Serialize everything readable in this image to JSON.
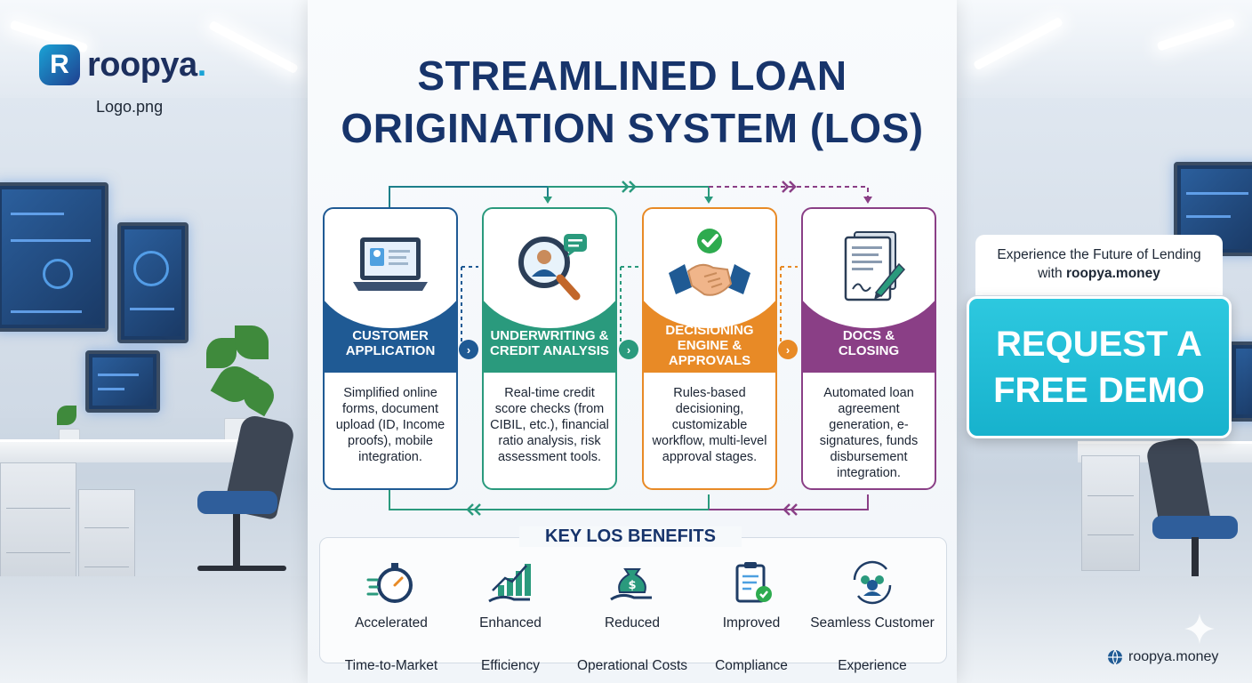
{
  "brand": {
    "logo_letter": "R",
    "logo_name": "roopya",
    "logo_dot": ".",
    "logo_file": "Logo.png",
    "accent_color": "#1aa3d6",
    "navy_color": "#17346b"
  },
  "title": {
    "line1": "STREAMLINED LOAN",
    "line2": "ORIGINATION SYSTEM (LOS)"
  },
  "stages": [
    {
      "label_line1": "CUSTOMER",
      "label_line2": "APPLICATION",
      "label_line3": "",
      "description": "Simplified online forms, document upload (ID, Income proofs), mobile integration.",
      "icon": "laptop-profile-icon",
      "color": "#1f5a94"
    },
    {
      "label_line1": "UNDERWRITING &",
      "label_line2": "CREDIT ANALYSIS",
      "label_line3": "",
      "description": "Real-time credit score checks (from CIBIL, etc.), financial ratio analysis, risk assessment tools.",
      "icon": "magnifier-person-icon",
      "color": "#2a9a7d"
    },
    {
      "label_line1": "DECISIONING",
      "label_line2": "ENGINE &",
      "label_line3": "APPROVALS",
      "description": "Rules-based decisioning, customizable workflow, multi-level approval stages.",
      "icon": "handshake-check-icon",
      "color": "#e88a26"
    },
    {
      "label_line1": "DOCS &",
      "label_line2": "CLOSING",
      "label_line3": "",
      "description": "Automated loan agreement generation, e-signatures, funds disbursement integration.",
      "icon": "signed-document-icon",
      "color": "#8a3f86"
    }
  ],
  "next_glyph": "›",
  "benefits": {
    "title": "KEY LOS BENEFITS",
    "items": [
      {
        "line1": "Accelerated",
        "line2": "Time-to-Market",
        "icon": "stopwatch-icon"
      },
      {
        "line1": "Enhanced",
        "line2": "Efficiency",
        "icon": "growth-chart-icon"
      },
      {
        "line1": "Reduced",
        "line2": "Operational Costs",
        "icon": "money-bag-hand-icon"
      },
      {
        "line1": "Improved",
        "line2": "Compliance",
        "icon": "clipboard-check-icon"
      },
      {
        "line1": "Seamless Customer",
        "line2": "Experience",
        "icon": "people-cycle-icon"
      }
    ]
  },
  "cta": {
    "note_line1": "Experience the Future of Lending",
    "note_prefix": "with ",
    "note_site": "roopya.money",
    "button_line1": "REQUEST A",
    "button_line2": "FREE DEMO",
    "button_color": "#1fbcd5"
  },
  "footer": {
    "site": "roopya.money"
  }
}
